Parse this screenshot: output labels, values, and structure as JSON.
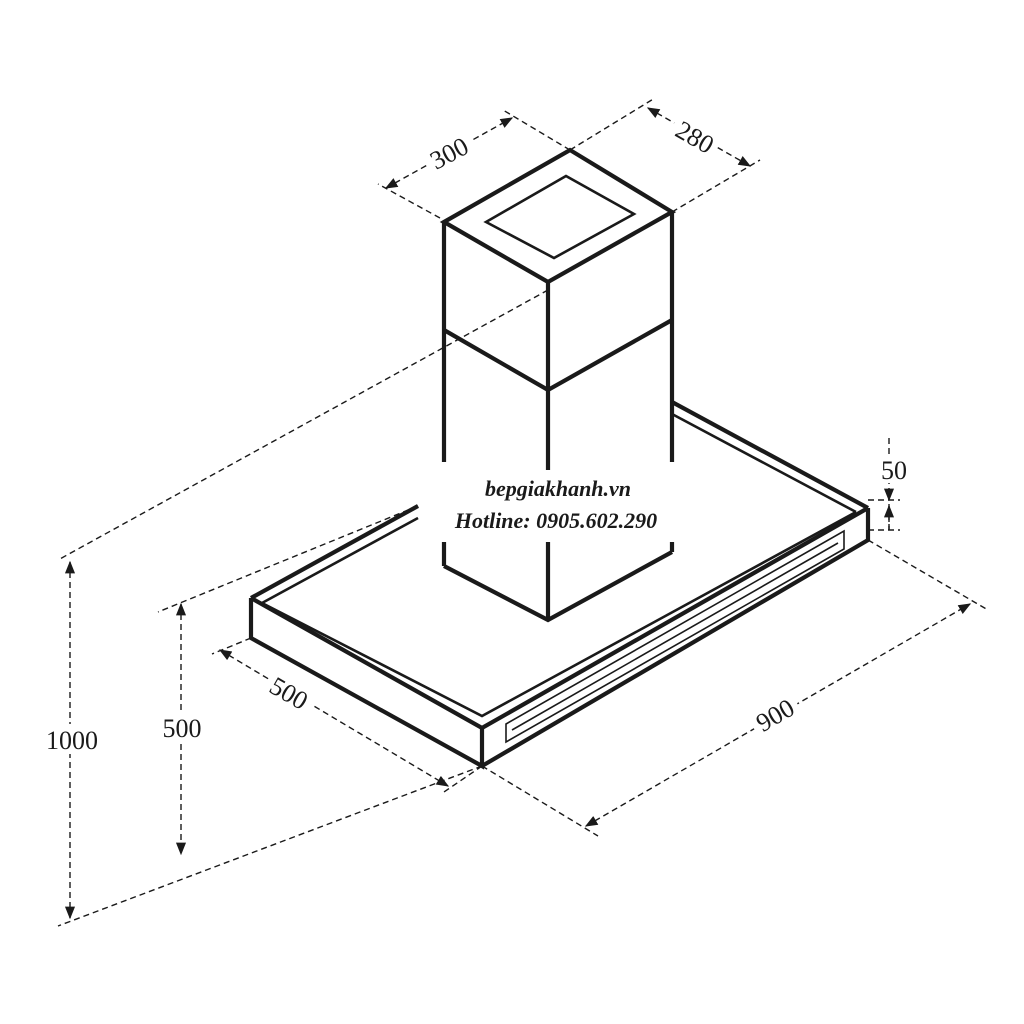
{
  "dimensions": {
    "chimney_width": "300",
    "chimney_depth": "280",
    "canopy_height": "50",
    "total_height": "1000",
    "body_height": "500",
    "canopy_depth": "500",
    "canopy_width": "900"
  },
  "watermark": {
    "site": "bepgiakhanh.vn",
    "hotline": "Hotline: 0905.602.290"
  }
}
